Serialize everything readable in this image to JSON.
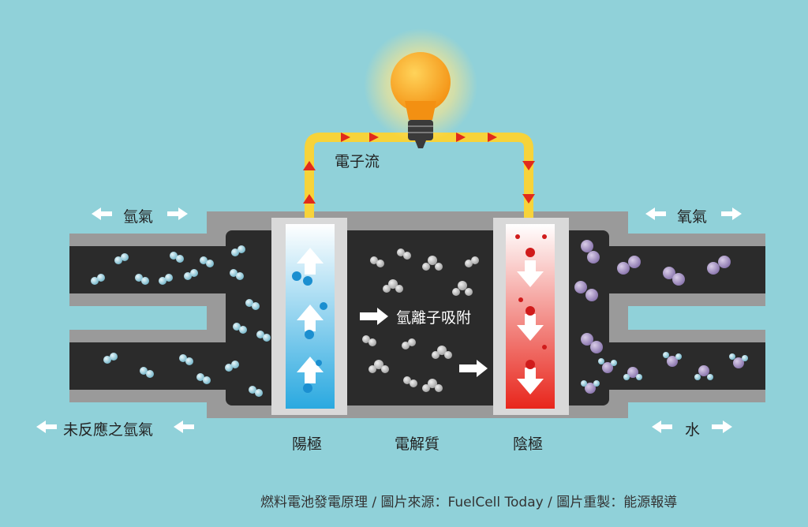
{
  "labels": {
    "hydrogen_in": "氫氣",
    "oxygen_in": "氧氣",
    "unreacted_hydrogen": "未反應之氫氣",
    "water": "水",
    "electron_flow": "電子流",
    "hydrogen_ion_adsorption": "氫離子吸附",
    "anode": "陽極",
    "electrolyte": "電解質",
    "cathode": "陰極"
  },
  "caption": "燃料電池發電原理 / 圖片來源：FuelCell Today  / 圖片重製：能源報導",
  "colors": {
    "background": "#90d1d9",
    "housing": "#9a9a9a",
    "chamber": "#2b2b2b",
    "anode_gradient": [
      "#ffffff",
      "#2aa9e0"
    ],
    "cathode_gradient": [
      "#ffffff",
      "#e8261c"
    ],
    "wire": "#f7d33a",
    "arrow": "#e02a1c",
    "bulb": "#f9a41b"
  },
  "icons": [
    "light-bulb-icon",
    "hydrogen-molecule-icon",
    "oxygen-molecule-icon",
    "water-molecule-icon",
    "arrow-icon"
  ]
}
